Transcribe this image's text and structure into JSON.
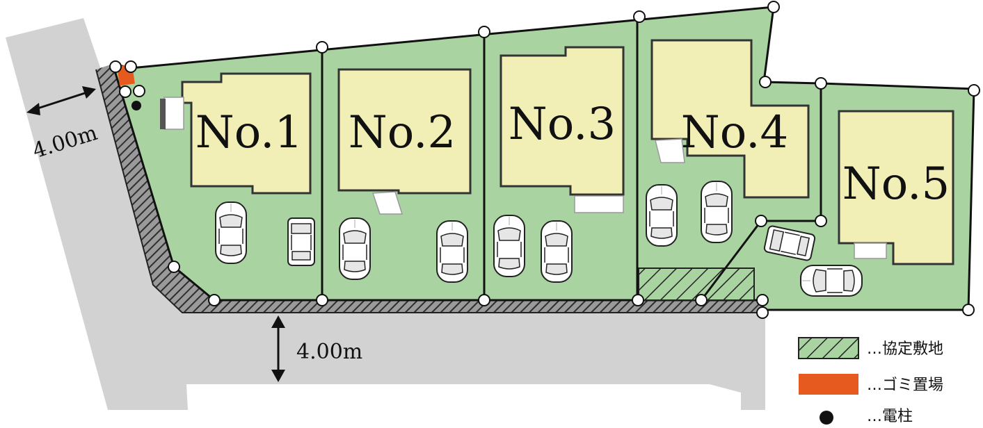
{
  "lots": [
    {
      "label": "No.1"
    },
    {
      "label": "No.2"
    },
    {
      "label": "No.3"
    },
    {
      "label": "No.4"
    },
    {
      "label": "No.5"
    }
  ],
  "roads": {
    "side_width_label": "4.00m",
    "front_width_label": "4.00m"
  },
  "legend": {
    "agreement_land": "…協定敷地",
    "garbage_station": "…ゴミ置場",
    "utility_pole": "…電柱"
  },
  "colors": {
    "road": "#d2d2d2",
    "lot": "#a9d3a1",
    "house": "#f2efb6",
    "garbage_station": "#e65a1f",
    "pole": "#111111"
  }
}
